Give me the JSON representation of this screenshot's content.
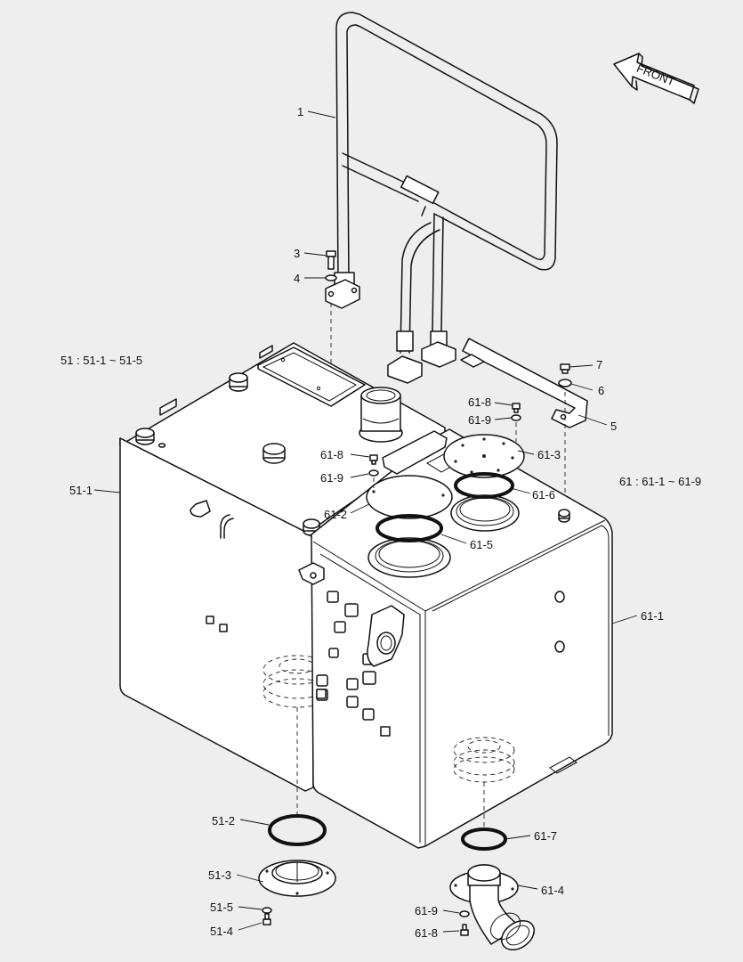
{
  "front_arrow": {
    "label": "FRONT"
  },
  "groups": [
    {
      "id": "group-51",
      "text": "51 : 51-1 ~ 51-5"
    },
    {
      "id": "group-61",
      "text": "61 : 61-1 ~ 61-9"
    }
  ],
  "callouts": [
    {
      "id": "1",
      "text": "1"
    },
    {
      "id": "3",
      "text": "3"
    },
    {
      "id": "4",
      "text": "4"
    },
    {
      "id": "5",
      "text": "5"
    },
    {
      "id": "6",
      "text": "6"
    },
    {
      "id": "7",
      "text": "7"
    },
    {
      "id": "51-1",
      "text": "51-1"
    },
    {
      "id": "51-2",
      "text": "51-2"
    },
    {
      "id": "51-3",
      "text": "51-3"
    },
    {
      "id": "51-4",
      "text": "51-4"
    },
    {
      "id": "51-5",
      "text": "51-5"
    },
    {
      "id": "61-1",
      "text": "61-1"
    },
    {
      "id": "61-2",
      "text": "61-2"
    },
    {
      "id": "61-3",
      "text": "61-3"
    },
    {
      "id": "61-4",
      "text": "61-4"
    },
    {
      "id": "61-5",
      "text": "61-5"
    },
    {
      "id": "61-6",
      "text": "61-6"
    },
    {
      "id": "61-7",
      "text": "61-7"
    },
    {
      "id": "61-8-top",
      "text": "61-8"
    },
    {
      "id": "61-9-top",
      "text": "61-9"
    },
    {
      "id": "61-8-mid",
      "text": "61-8"
    },
    {
      "id": "61-9-mid",
      "text": "61-9"
    },
    {
      "id": "61-8-bot",
      "text": "61-8"
    },
    {
      "id": "61-9-bot",
      "text": "61-9"
    }
  ]
}
